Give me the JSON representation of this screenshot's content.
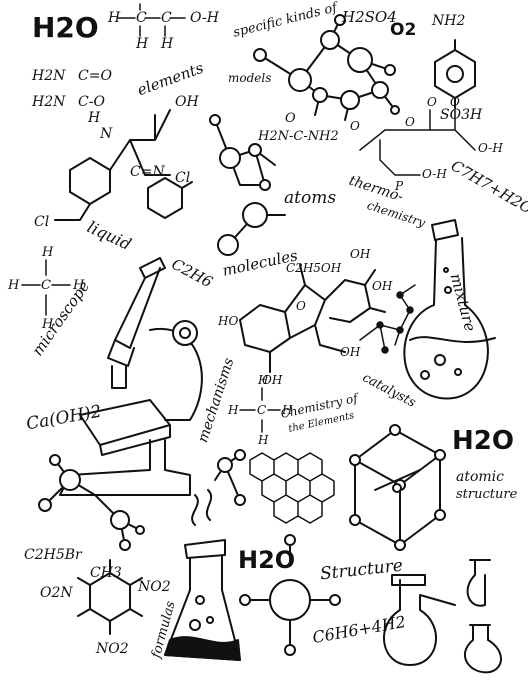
{
  "labels": {
    "h2o_top": "H2O",
    "h2o_mid": "H2O",
    "h2o_right": "H2O",
    "h2so4": "H2SO4",
    "o2": "O2",
    "nh2": "NH2",
    "so3h": "SO3H",
    "elements": "elements",
    "specific_models": "specific kinds of",
    "models": "models",
    "atoms": "atoms",
    "thermo": "thermo-",
    "chemistry": "chemistry",
    "c7h7": "C7H7+H2O",
    "liquid": "liquid",
    "c2h6": "C2H6",
    "molecules": "molecules",
    "c2h5oh": "C2H5OH",
    "mixture": "mixture",
    "microscope": "microscope",
    "mechanisms": "mechanisms",
    "chem_of": "Chemistry of",
    "the_elements": "the Elements",
    "catalysts": "catalysts",
    "caoh2": "Ca(OH)2",
    "atomic": "atomic",
    "structure_small": "structure",
    "c2h5br": "C2H5Br",
    "ch3": "CH3",
    "o2n": "O2N",
    "no2a": "NO2",
    "no2b": "NO2",
    "formulas": "formulas",
    "structure": "Structure",
    "c6h6": "C6H6+4H2"
  }
}
